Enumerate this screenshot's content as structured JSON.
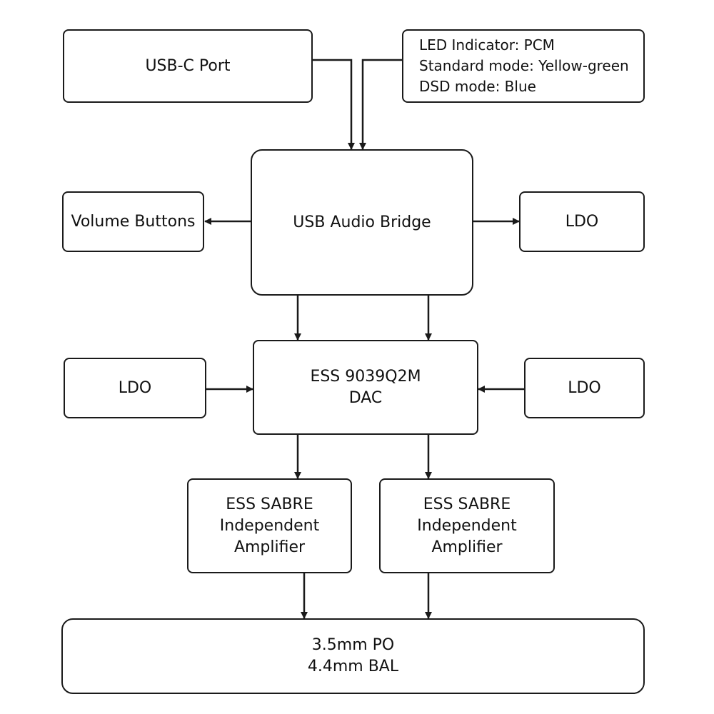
{
  "diagram": {
    "blocks": {
      "usb_c_port": {
        "label": "USB-C Port"
      },
      "led_indicator": {
        "lines": [
          "LED Indicator: PCM",
          "Standard mode: Yellow-green",
          "DSD mode: Blue"
        ]
      },
      "usb_audio_bridge": {
        "label": "USB Audio Bridge"
      },
      "volume_buttons": {
        "label": "Volume Buttons"
      },
      "ldo_bridge": {
        "label": "LDO"
      },
      "ldo_dac_left": {
        "label": "LDO"
      },
      "ldo_dac_right": {
        "label": "LDO"
      },
      "dac": {
        "lines": [
          "ESS 9039Q2M",
          "DAC"
        ]
      },
      "amp_left": {
        "lines": [
          "ESS SABRE",
          "Independent",
          "Amplifier"
        ]
      },
      "amp_right": {
        "lines": [
          "ESS SABRE",
          "Independent",
          "Amplifier"
        ]
      },
      "outputs": {
        "lines": [
          "3.5mm PO",
          "4.4mm BAL"
        ]
      }
    },
    "connections": [
      {
        "from": "usb_c_port",
        "to": "usb_audio_bridge"
      },
      {
        "from": "led_indicator",
        "to": "usb_audio_bridge"
      },
      {
        "from": "usb_audio_bridge",
        "to": "volume_buttons"
      },
      {
        "from": "usb_audio_bridge",
        "to": "ldo_bridge"
      },
      {
        "from": "usb_audio_bridge",
        "to": "dac"
      },
      {
        "from": "usb_audio_bridge",
        "to": "dac"
      },
      {
        "from": "ldo_dac_left",
        "to": "dac"
      },
      {
        "from": "ldo_dac_right",
        "to": "dac"
      },
      {
        "from": "dac",
        "to": "amp_left"
      },
      {
        "from": "dac",
        "to": "amp_right"
      },
      {
        "from": "amp_left",
        "to": "outputs"
      },
      {
        "from": "amp_right",
        "to": "outputs"
      }
    ],
    "colors": {
      "stroke": "#1a1a1a",
      "background": "#ffffff",
      "text": "#111111"
    }
  }
}
